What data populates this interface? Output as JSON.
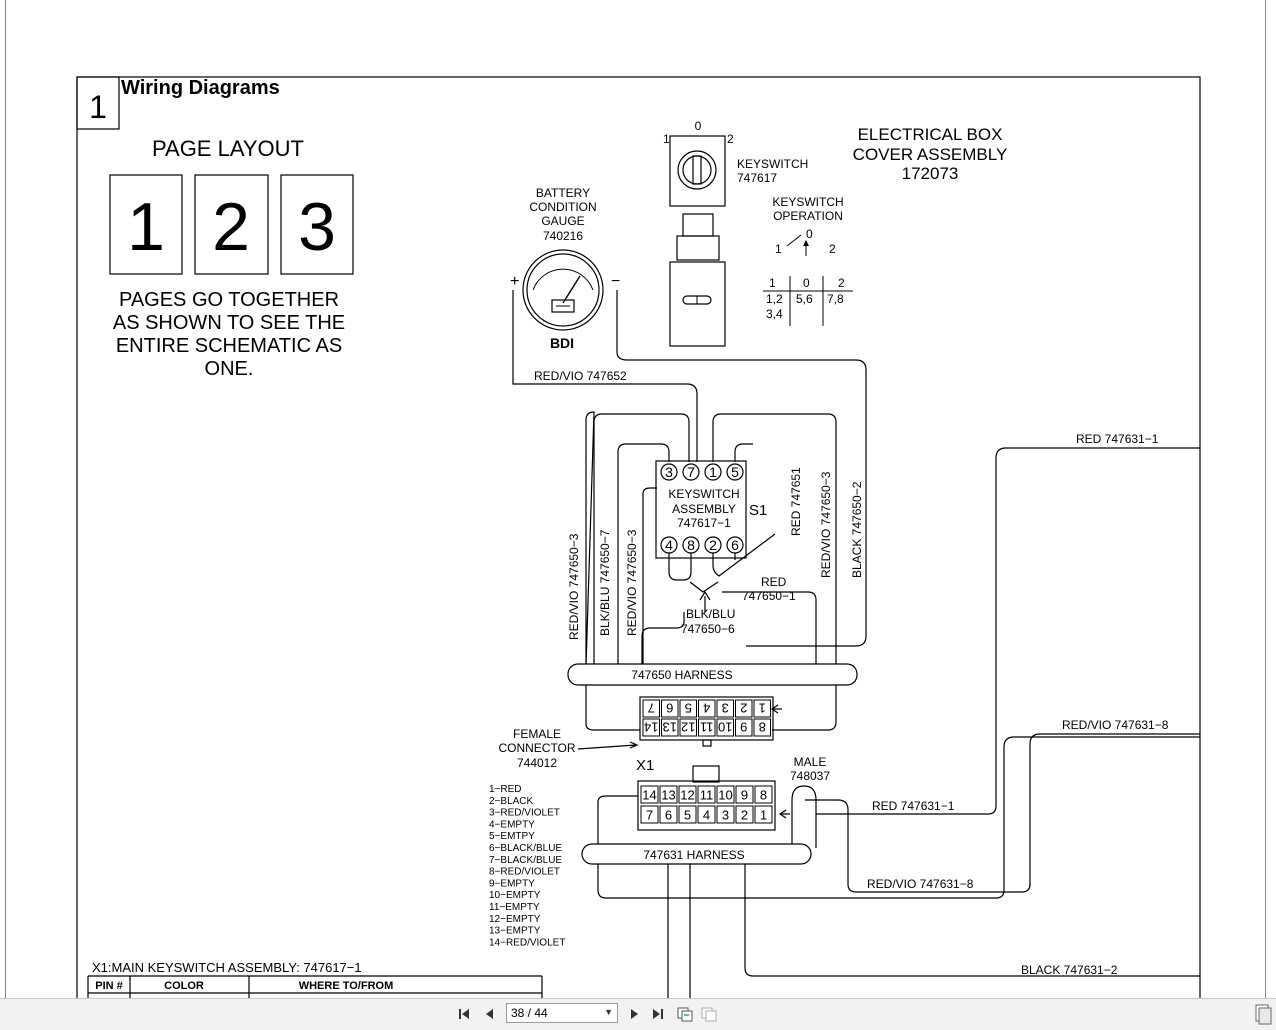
{
  "section": {
    "number": "1",
    "title": "Wiring Diagrams"
  },
  "layout": {
    "heading": "PAGE  LAYOUT",
    "boxes": [
      "1",
      "2",
      "3"
    ],
    "note_lines": [
      "PAGES  GO  TOGETHER",
      "AS  SHOWN  TO  SEE  THE",
      "ENTIRE  SCHEMATIC  AS",
      "ONE."
    ]
  },
  "cover": {
    "lines": [
      "ELECTRICAL  BOX",
      "COVER  ASSEMBLY",
      "172073"
    ]
  },
  "gauge": {
    "label_lines": [
      "BATTERY",
      "CONDITION",
      "GAUGE",
      "740216"
    ],
    "plus": "+",
    "minus": "−",
    "name": "BDI"
  },
  "keyswitch": {
    "label_lines": [
      "KEYSWITCH",
      "747617"
    ],
    "pos_0": "0",
    "pos_1": "1",
    "pos_2": "2",
    "operation_lines": [
      "KEYSWITCH",
      "OPERATION"
    ],
    "op_0": "0",
    "op_1": "1",
    "op_2": "2",
    "table_headers": [
      "1",
      "0",
      "2"
    ],
    "table_row1": [
      "1,2",
      "5,6",
      "7,8"
    ],
    "table_row2": "3,4"
  },
  "assembly": {
    "label_lines": [
      "KEYSWITCH",
      "ASSEMBLY",
      "747617−1"
    ],
    "ref": "S1",
    "top_pins": [
      "3",
      "7",
      "1",
      "5"
    ],
    "bottom_pins": [
      "4",
      "8",
      "2",
      "6"
    ]
  },
  "wires": {
    "red_vio_747652": "RED/VIO  747652",
    "red_vio_747650_3_a": "RED/VIO  747650−3",
    "blk_blu_747650_7": "BLK/BLU  747650−7",
    "red_vio_747650_3_b": "RED/VIO  747650−3",
    "red_747651": "RED  747651",
    "red_vio_747650_3_c": "RED/VIO  747650−3",
    "black_747650_2": "BLACK  747650−2",
    "red_747650_1_a": "RED",
    "red_747650_1_b": "747650−1",
    "blk_blu_a": "BLK/BLU",
    "blk_blu_b": "747650−6",
    "red_747631_1_top": "RED  747631−1",
    "red_vio_747631_8_top": "RED/VIO  747631−8",
    "red_747631_1": "RED  747631−1",
    "red_vio_747631_8": "RED/VIO  747631−8",
    "black_747631_2": "BLACK  747631−2"
  },
  "harness_747650": "747650  HARNESS",
  "harness_747631": "747631  HARNESS",
  "female_connector": {
    "label_lines": [
      "FEMALE",
      "CONNECTOR",
      "744012"
    ],
    "row1": [
      "7",
      "6",
      "5",
      "4",
      "3",
      "2",
      "1"
    ],
    "row2": [
      "14",
      "13",
      "12",
      "11",
      "10",
      "9",
      "8"
    ]
  },
  "male_connector": {
    "ref": "X1",
    "label_lines": [
      "MALE",
      "748037"
    ],
    "row1": [
      "14",
      "13",
      "12",
      "11",
      "10",
      "9",
      "8"
    ],
    "row2": [
      "7",
      "6",
      "5",
      "4",
      "3",
      "2",
      "1"
    ]
  },
  "pin_list": [
    "1−RED",
    "2−BLACK",
    "3−RED/VIOLET",
    "4−EMPTY",
    "5−EMTPY",
    "6−BLACK/BLUE",
    "7−BLACK/BLUE",
    "8−RED/VIOLET",
    "9−EMPTY",
    "10−EMPTY",
    "11−EMPTY",
    "12−EMPTY",
    "13−EMPTY",
    "14−RED/VIOLET"
  ],
  "table": {
    "title": "X1:MAIN  KEYSWITCH  ASSEMBLY:  747617−1",
    "headers": [
      "PIN  #",
      "COLOR",
      "WHERE  TO/FROM"
    ]
  },
  "viewer": {
    "page_display": "38 / 44"
  }
}
